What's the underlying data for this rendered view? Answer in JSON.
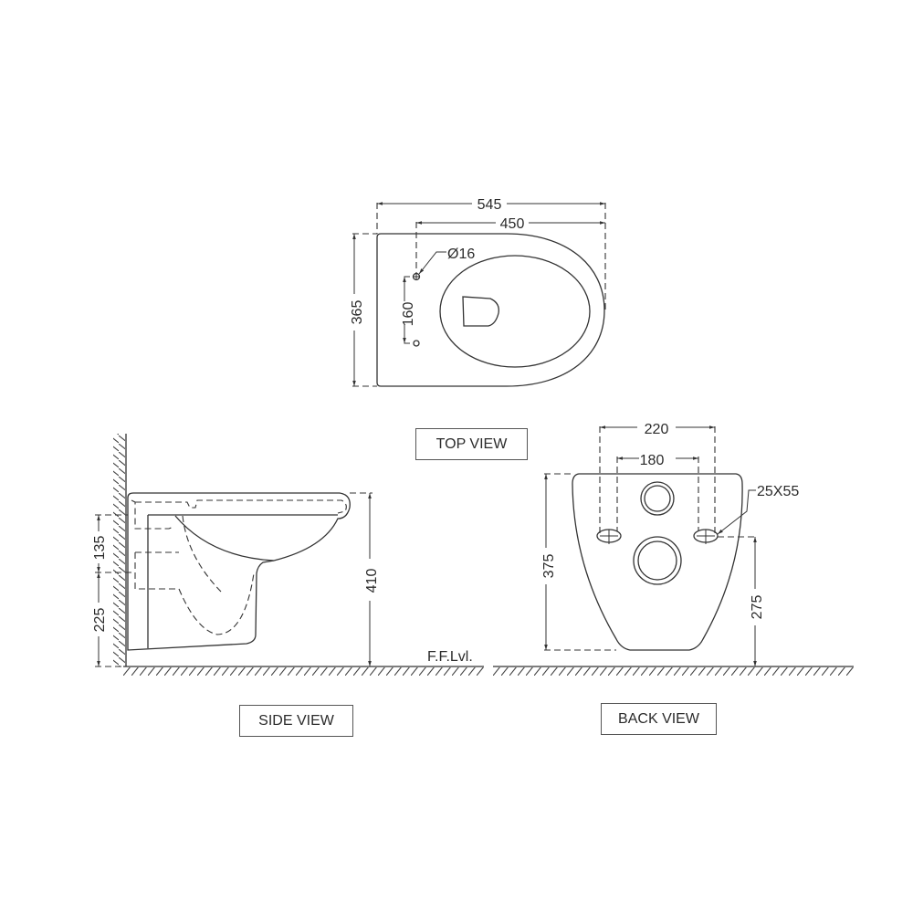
{
  "drawing": {
    "top_view": {
      "title": "TOP VIEW",
      "dims": {
        "overall_length": "545",
        "length_to_bolt": "450",
        "width": "365",
        "bolt_spacing": "160",
        "bolt_hole": "Ø16"
      }
    },
    "side_view": {
      "title": "SIDE VIEW",
      "dims": {
        "upper": "135",
        "lower": "225",
        "height": "410"
      },
      "floor_label": "F.F.Lvl."
    },
    "back_view": {
      "title": "BACK VIEW",
      "dims": {
        "outer_spacing": "220",
        "inner_spacing": "180",
        "slot_size": "25X55",
        "height": "375",
        "slot_height": "275"
      }
    }
  },
  "colors": {
    "line": "#333333",
    "background": "#ffffff"
  }
}
